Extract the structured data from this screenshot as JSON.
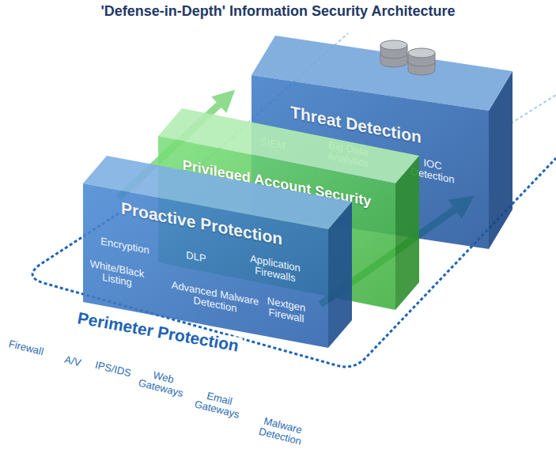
{
  "diagram": {
    "title": "'Defense-in-Depth' Information Security Architecture",
    "nodes": [
      {
        "text": [
          "Threat Detection",
          "SIEM",
          "Big Data Analytics",
          "IOC Detection"
        ]
      },
      {
        "text": [
          "Privileged Account Security"
        ]
      },
      {
        "text": [
          "Proactive Protection",
          "Encryption",
          "DLP",
          "White/Black Listing",
          "Application Firewalls",
          "Advanced Malware Detection",
          "Nextgen Firewall"
        ]
      }
    ],
    "labels": [
      "Perimeter Protection",
      "Firewall",
      "A/V",
      "IPS/IDS",
      "Web Gateways",
      "Email Gateways",
      "Malware Detection"
    ]
  }
}
